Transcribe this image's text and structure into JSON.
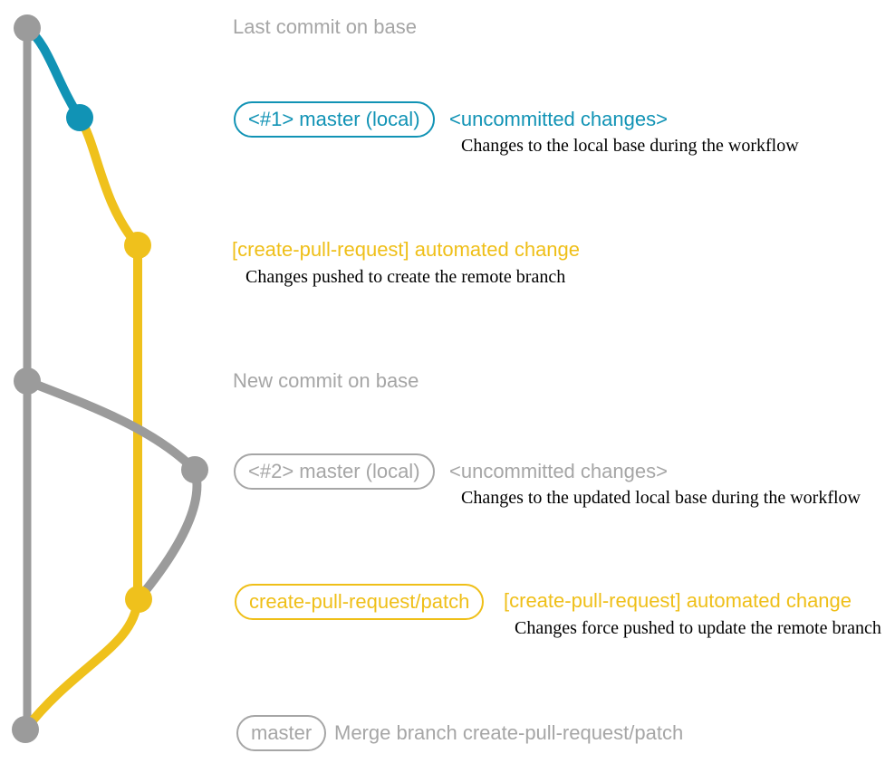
{
  "colors": {
    "background": "#ffffff",
    "gray_line": "#9b9b9b",
    "gray_text": "#a6a6a6",
    "teal": "#1193b5",
    "yellow": "#efc11c",
    "yellow_text": "#efbf18",
    "description_text": "#000000"
  },
  "rows": {
    "last_commit": {
      "label": "Last commit on base"
    },
    "master_local_1": {
      "badge": "<#1> master (local)",
      "message": "<uncommitted changes>",
      "description": "Changes to the local base during the workflow"
    },
    "automated_change_1": {
      "message": "[create-pull-request] automated change",
      "description": "Changes pushed to create the remote branch"
    },
    "new_commit": {
      "label": "New commit on base"
    },
    "master_local_2": {
      "badge": "<#2> master (local)",
      "message": "<uncommitted changes>",
      "description": "Changes to the updated local base during the workflow"
    },
    "automated_change_2": {
      "badge": "create-pull-request/patch",
      "message": "[create-pull-request] automated change",
      "description": "Changes force pushed to update the remote branch"
    },
    "merge_commit": {
      "badge": "master",
      "message": "Merge branch create-pull-request/patch"
    }
  }
}
